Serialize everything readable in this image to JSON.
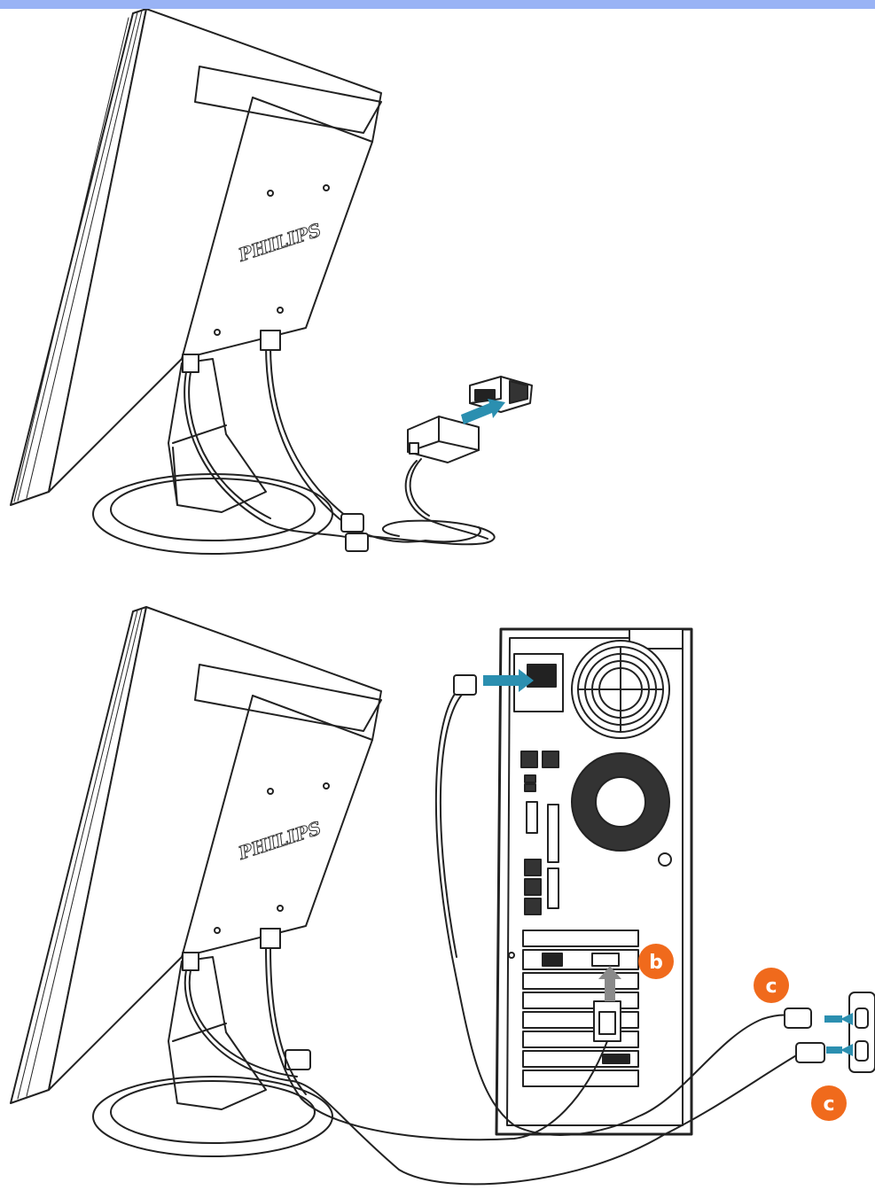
{
  "header_bar": {
    "color": "#99b3f5"
  },
  "figure1": {
    "brand_text": "PHILIPS",
    "arrow_color": "#2b8fb0"
  },
  "figure2": {
    "brand_text": "PHILIPS",
    "callouts": {
      "b": "b",
      "c_top": "c",
      "c_bottom": "c"
    },
    "callout_color": "#f06a1c",
    "arrow_color": "#2b8fb0"
  }
}
